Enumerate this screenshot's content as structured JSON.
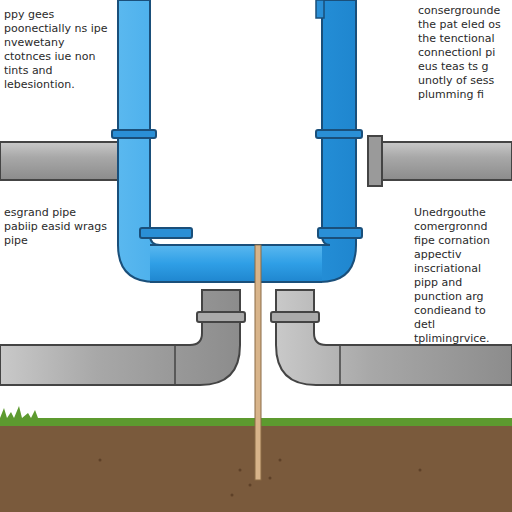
{
  "diagram": {
    "labels": [
      "ppy gees poonectially ns ipe nvewetany ctotnces iue non tints and lebesiontion.",
      "consergrounde the pat eled os the tenctional connectionl pi eus teas ts g unotly of sess plumming fi",
      "esgrand pipe pabiip easid wrags pipe",
      "Unedrgouthe comergronnd fipe cornation appectiv inscriational pipp and punction arg condieand to detl tplimingrvice."
    ]
  }
}
